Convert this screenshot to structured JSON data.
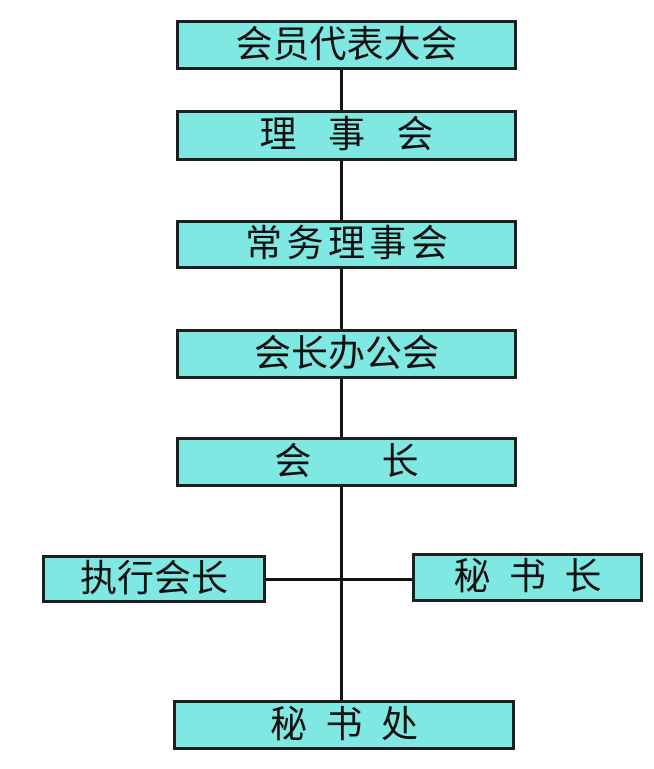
{
  "diagram": {
    "type": "org-chart",
    "title": "",
    "colors": {
      "node_fill": "#80e8e2",
      "node_border": "#1e1e1e",
      "line": "#141414",
      "text": "#101010",
      "background": "#ffffff"
    },
    "nodes": {
      "assembly": {
        "label": "会员代表大会"
      },
      "council": {
        "label": "理事会"
      },
      "standing_council": {
        "label": "常务理事会"
      },
      "presidents_office": {
        "label": "会长办公会"
      },
      "president": {
        "label": "会长"
      },
      "executive_president": {
        "label": "执行会长"
      },
      "secretary_general": {
        "label": "秘书长"
      },
      "secretariat": {
        "label": "秘书处"
      }
    },
    "edges": [
      [
        "assembly",
        "council"
      ],
      [
        "council",
        "standing_council"
      ],
      [
        "standing_council",
        "presidents_office"
      ],
      [
        "presidents_office",
        "president"
      ],
      [
        "president",
        "executive_president"
      ],
      [
        "president",
        "secretary_general"
      ],
      [
        "president",
        "secretariat"
      ]
    ]
  }
}
